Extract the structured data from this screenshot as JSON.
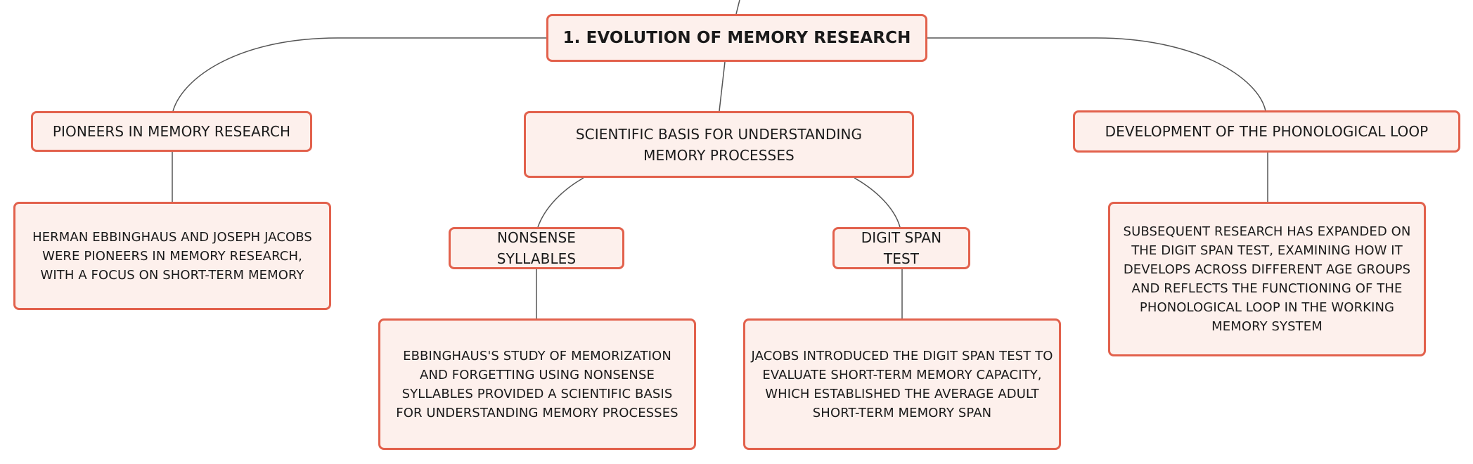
{
  "root": {
    "label": "1. EVOLUTION OF MEMORY RESEARCH"
  },
  "branches": [
    {
      "label": "PIONEERS IN MEMORY RESEARCH",
      "details": "HERMAN EBBINGHAUS AND JOSEPH JACOBS WERE PIONEERS IN MEMORY RESEARCH, WITH A FOCUS ON SHORT-TERM MEMORY"
    },
    {
      "label": "SCIENTIFIC BASIS FOR UNDERSTANDING MEMORY PROCESSES",
      "children": [
        {
          "label": "NONSENSE SYLLABLES",
          "details": "EBBINGHAUS'S STUDY OF MEMORIZATION AND FORGETTING USING NONSENSE SYLLABLES PROVIDED A SCIENTIFIC BASIS FOR UNDERSTANDING MEMORY PROCESSES"
        },
        {
          "label": "DIGIT SPAN TEST",
          "details": "JACOBS INTRODUCED THE DIGIT SPAN TEST TO EVALUATE SHORT-TERM MEMORY CAPACITY, WHICH ESTABLISHED THE AVERAGE ADULT SHORT-TERM MEMORY SPAN"
        }
      ]
    },
    {
      "label": "DEVELOPMENT OF THE PHONOLOGICAL LOOP",
      "details": "SUBSEQUENT RESEARCH HAS EXPANDED ON THE DIGIT SPAN TEST, EXAMINING HOW IT DEVELOPS ACROSS DIFFERENT AGE GROUPS AND REFLECTS THE FUNCTIONING OF THE PHONOLOGICAL LOOP IN THE WORKING MEMORY SYSTEM"
    }
  ],
  "colors": {
    "node_border": "#e2614c",
    "node_fill": "#fdf0ec",
    "connector": "#555555"
  }
}
